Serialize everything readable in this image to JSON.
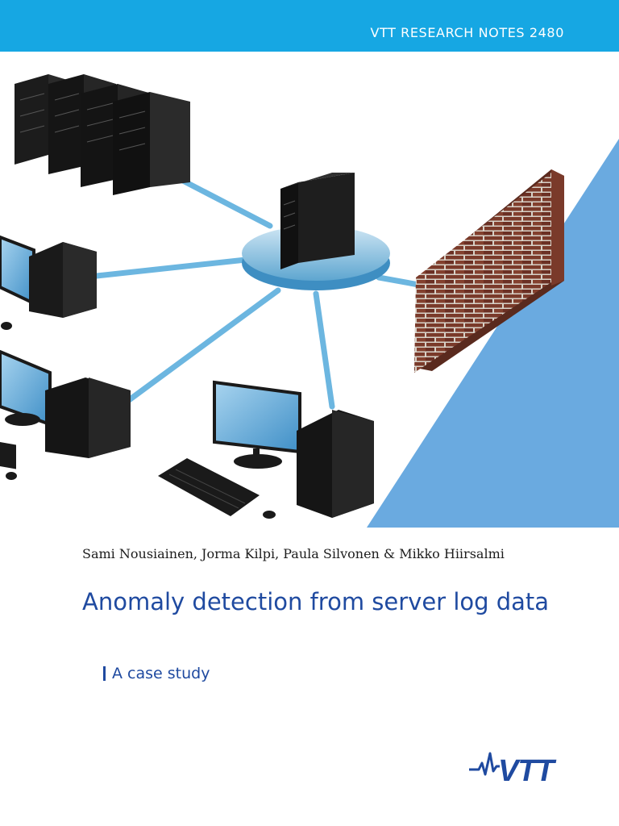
{
  "header": {
    "series": "VTT RESEARCH NOTES 2480"
  },
  "cover": {
    "authors": "Sami Nousiainen, Jorma Kilpi, Paula Silvonen & Mikko Hiirsalmi",
    "title": "Anomaly detection from server log data",
    "subtitle": "A case study"
  },
  "logo": {
    "text": "VTT"
  },
  "colors": {
    "accent": "#16a7e3",
    "title": "#1f4aa0",
    "triangle": "#6aaae0"
  },
  "icons": [
    "server-rack-icon",
    "server-tower-icon",
    "monitor-icon",
    "keyboard-icon",
    "mouse-icon",
    "firewall-brick-wall-icon",
    "network-hub-icon"
  ]
}
